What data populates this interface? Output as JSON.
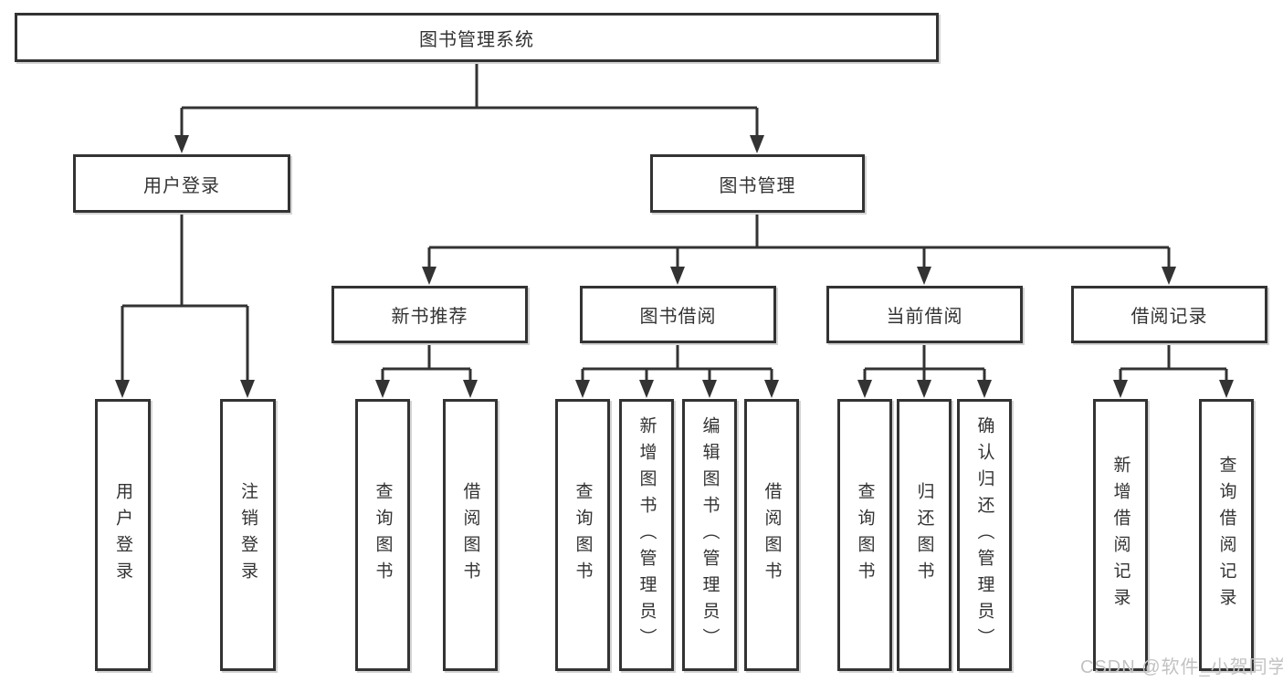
{
  "tree": {
    "root": "图书管理系统",
    "branches": [
      {
        "label": "用户登录",
        "children": [
          {
            "label": "用户登录"
          },
          {
            "label": "注销登录"
          }
        ]
      },
      {
        "label": "图书管理",
        "children": [
          {
            "label": "新书推荐",
            "children": [
              {
                "label": "查询图书"
              },
              {
                "label": "借阅图书"
              }
            ]
          },
          {
            "label": "图书借阅",
            "children": [
              {
                "label": "查询图书"
              },
              {
                "label": "新增图书（管理员）"
              },
              {
                "label": "编辑图书（管理员）"
              },
              {
                "label": "借阅图书"
              }
            ]
          },
          {
            "label": "当前借阅",
            "children": [
              {
                "label": "查询图书"
              },
              {
                "label": "归还图书"
              },
              {
                "label": "确认归还（管理员）"
              }
            ]
          },
          {
            "label": "借阅记录",
            "children": [
              {
                "label": "新增借阅记录"
              },
              {
                "label": "查询借阅记录"
              }
            ]
          }
        ]
      }
    ]
  },
  "watermark": "CSDN @软件_小贺同学",
  "colors": {
    "line": "#333333",
    "text": "#333333",
    "box_fill": "#ffffff",
    "watermark": "#c2c2c2",
    "background": "#ffffff"
  }
}
